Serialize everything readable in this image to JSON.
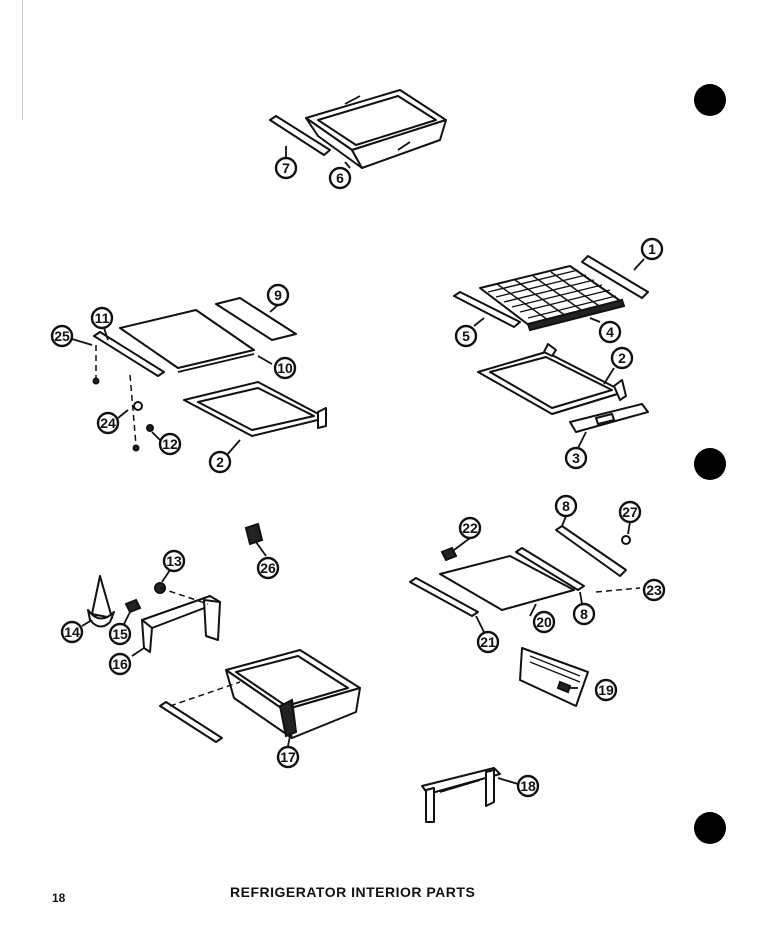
{
  "title": "REFRIGERATOR INTERIOR PARTS",
  "page_number": "18",
  "callouts": [
    "1",
    "2",
    "3",
    "4",
    "5",
    "6",
    "7",
    "8",
    "9",
    "10",
    "11",
    "12",
    "13",
    "14",
    "15",
    "16",
    "17",
    "18",
    "19",
    "20",
    "21",
    "22",
    "23",
    "24",
    "25",
    "26",
    "27"
  ]
}
